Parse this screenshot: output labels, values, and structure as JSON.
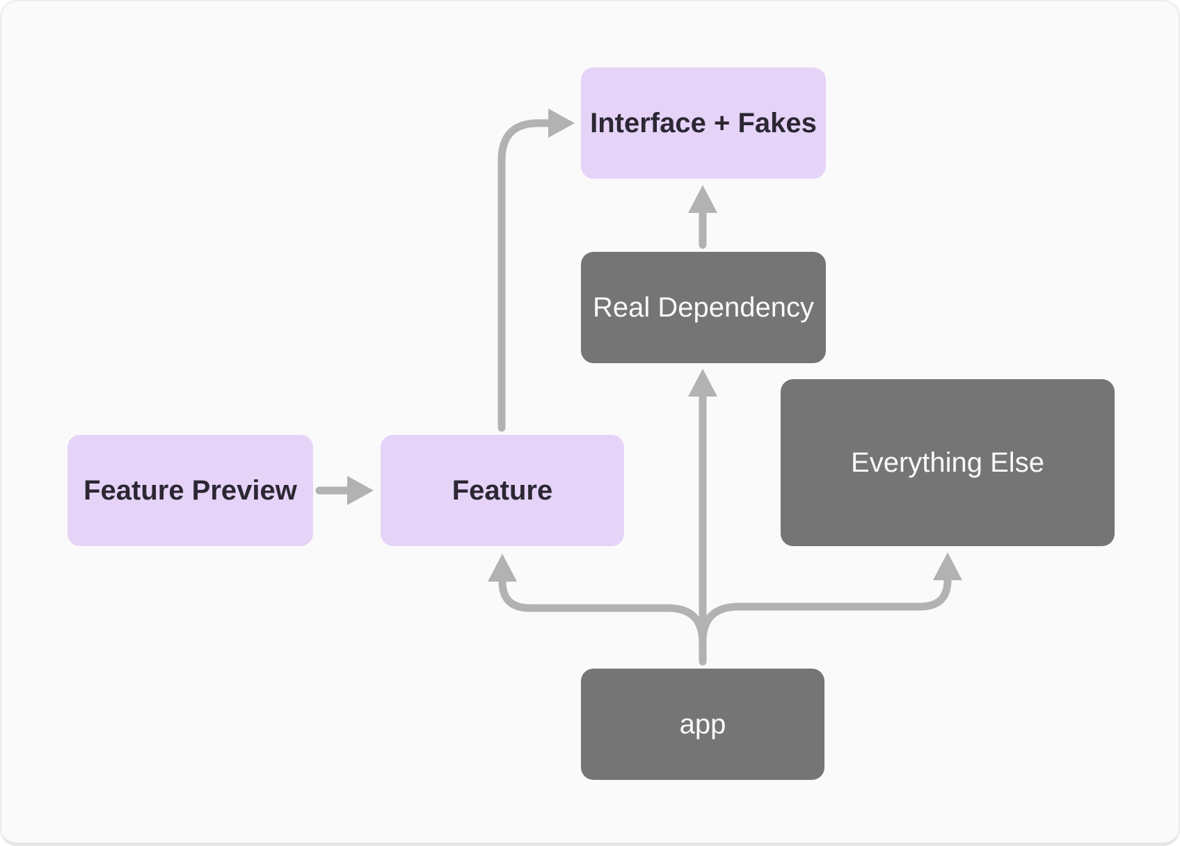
{
  "diagram": {
    "description": "Module dependency diagram with six nodes connected by gray arrows"
  },
  "colors": {
    "canvas_bg": "#fafafa",
    "canvas_border": "#ececec",
    "purple_node_bg": "#e6d3f8",
    "purple_node_text": "#2b2733",
    "gray_node_bg": "#757575",
    "gray_node_text": "#faf9fb",
    "arrow": "#b2b2b2"
  },
  "nodes": [
    {
      "id": "interface-fakes",
      "label": "Interface + Fakes",
      "style": "purple"
    },
    {
      "id": "real-dependency",
      "label": "Real Dependency",
      "style": "gray"
    },
    {
      "id": "everything-else",
      "label": "Everything Else",
      "style": "gray"
    },
    {
      "id": "feature-preview",
      "label": "Feature Preview",
      "style": "purple"
    },
    {
      "id": "feature",
      "label": "Feature",
      "style": "purple"
    },
    {
      "id": "app",
      "label": "app",
      "style": "gray"
    }
  ],
  "edges": [
    {
      "from": "feature-preview",
      "to": "feature"
    },
    {
      "from": "feature",
      "to": "interface-fakes"
    },
    {
      "from": "real-dependency",
      "to": "interface-fakes"
    },
    {
      "from": "app",
      "to": "real-dependency"
    },
    {
      "from": "app",
      "to": "feature"
    },
    {
      "from": "app",
      "to": "everything-else"
    }
  ]
}
